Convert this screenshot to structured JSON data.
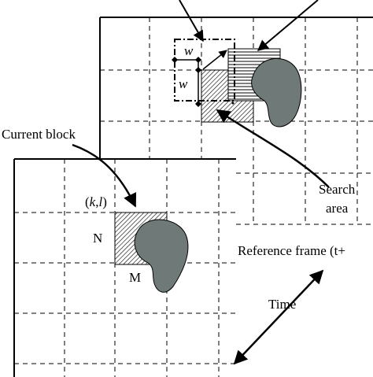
{
  "labels": {
    "current_block": "Current block",
    "kl_open": "(",
    "kl_k": "k",
    "kl_comma": ",",
    "kl_l": "l",
    "kl_close": ")",
    "n": "N",
    "m": "M",
    "w_top": "w",
    "w_side": "w",
    "search_line1": "Search",
    "search_line2": "area",
    "reference_frame": "Reference frame (t+",
    "time": "Time"
  },
  "colors": {
    "object_fill": "#6f7a78",
    "line": "#000000",
    "grid": "#000000"
  }
}
